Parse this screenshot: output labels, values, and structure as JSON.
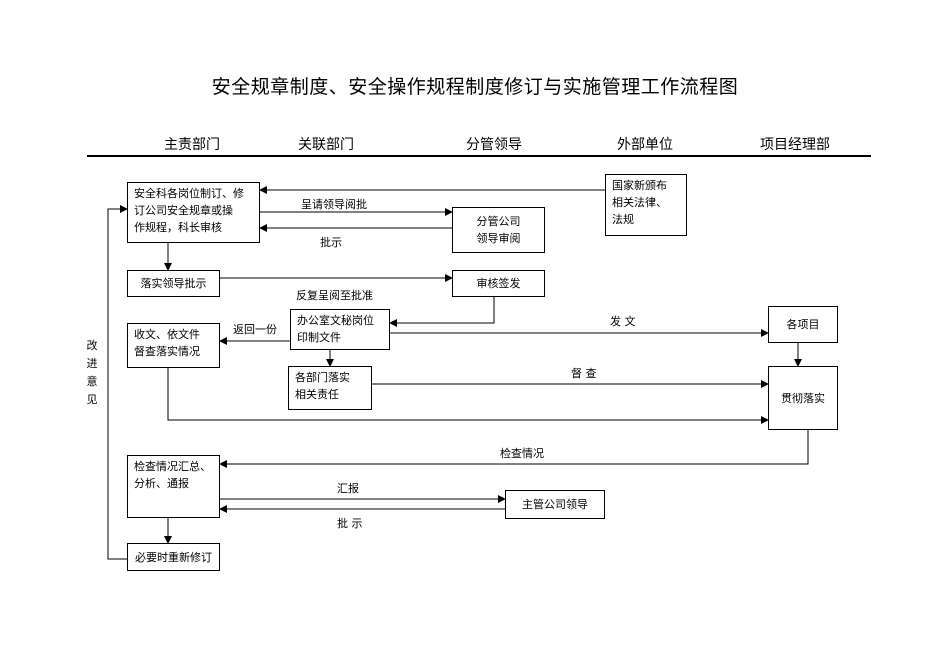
{
  "title": "安全规章制度、安全操作规程制度修订与实施管理工作流程图",
  "columns": [
    "主责部门",
    "关联部门",
    "分管领导",
    "外部单位",
    "项目经理部"
  ],
  "boxes": {
    "draft": "安全科各岗位制订、修\n订公司安全规章或操\n作规程，科长审核",
    "law": "国家新颁布\n相关法律、\n法规",
    "leader_review": "分管公司\n领导审阅",
    "implement_instruction": "落实领导批示",
    "sign_issue": "审核签发",
    "office_print": "办公室文秘岗位\n印制文件",
    "receive_doc": "收文、依文件\n督查落实情况",
    "projects": "各项目",
    "dept_duty": "各部门落实\n相关责任",
    "execute": "贯彻落实",
    "summary": "检查情况汇总、\n分析、通报",
    "chief_leader": "主管公司领导",
    "revise": "必要时重新修订"
  },
  "labels": {
    "submit_review": "呈请领导阅批",
    "instruction1": "批示",
    "repeat_submit": "反复呈阅至批准",
    "return_copy": "返回一份",
    "dispatch": "发 文",
    "supervise": "督 查",
    "inspection": "检查情况",
    "report": "汇报",
    "instruction2": "批 示",
    "improve": "改进意见"
  }
}
